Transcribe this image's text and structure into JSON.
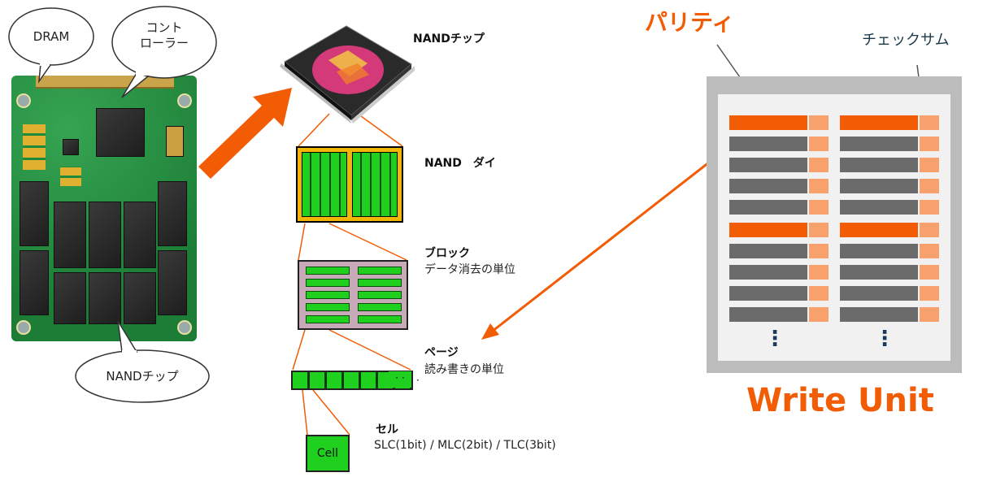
{
  "bubbles": {
    "dram": "DRAM",
    "controller": "コント\nローラー",
    "nand_chip": "NANDチップ"
  },
  "hierarchy": {
    "nand_chip": "NANDチップ",
    "nand_die": "NAND　ダイ",
    "block": "ブロック",
    "block_desc": "データ消去の単位",
    "page": "ページ",
    "page_desc": "読み書きの単位",
    "cell": "セル",
    "cell_desc": "SLC(1bit) / MLC(2bit)  / TLC(3bit)",
    "cell_box": "Cell"
  },
  "write_unit": {
    "parity": "パリティ",
    "checksum": "チェックサム",
    "title": "Write Unit",
    "ellipsis": "⋮"
  },
  "colors": {
    "orange": "#f25c05",
    "light_orange": "#f9a16c",
    "bar_gray": "#6b6b6b",
    "frame_gray": "#bcbcbc",
    "nand_green": "#1fd01f"
  }
}
